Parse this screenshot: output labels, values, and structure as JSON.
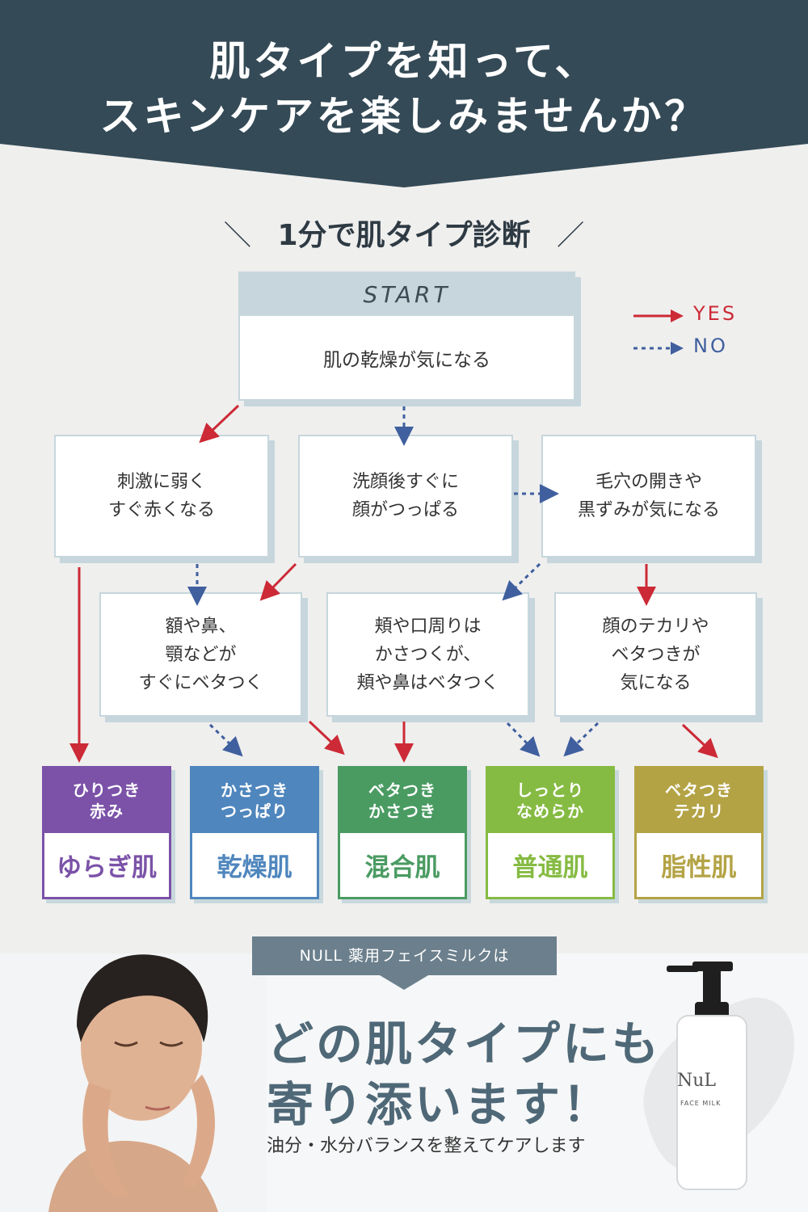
{
  "header": {
    "line1": "肌タイプを知って、",
    "line2": "スキンケアを楽しみませんか？"
  },
  "subtitle": {
    "slash_left": "＼",
    "text": "1分で肌タイプ診断",
    "slash_right": "／"
  },
  "legend": {
    "yes": "YES",
    "no": "NO"
  },
  "start": {
    "label": "START",
    "question": "肌の乾燥が気になる"
  },
  "questions": {
    "q_irritation": "刺激に弱く\nすぐ赤くなる",
    "q_tight": "洗顔後すぐに\n顔がつっぱる",
    "q_pores": "毛穴の開きや\n黒ずみが気になる",
    "q_tzone": "額や鼻、\n顎などが\nすぐにベタつく",
    "q_cheeks": "頬や口周りは\nかさつくが、\n頬や鼻はベタつく",
    "q_shine": "顔のテカリや\nベタつきが\n気になる"
  },
  "results": [
    {
      "key": "sensitive",
      "symptom": "ひりつき\n赤み",
      "type": "ゆらぎ肌",
      "color": "#7b52a8"
    },
    {
      "key": "dry",
      "symptom": "かさつき\nつっぱり",
      "type": "乾燥肌",
      "color": "#4f86bd"
    },
    {
      "key": "combination",
      "symptom": "ベタつき\nかさつき",
      "type": "混合肌",
      "color": "#4a9b62"
    },
    {
      "key": "normal",
      "symptom": "しっとり\nなめらか",
      "type": "普通肌",
      "color": "#86bb43"
    },
    {
      "key": "oily",
      "symptom": "ベタつき\nテカリ",
      "type": "脂性肌",
      "color": "#b3a345"
    }
  ],
  "colors": {
    "yes_arrow": "#cc2a36",
    "no_arrow": "#3f5f9e",
    "header_bg": "#344a56"
  },
  "bottom": {
    "banner": "NULL 薬用フェイスミルクは",
    "headline1": "どの肌タイプにも",
    "headline2": "寄り添います！",
    "tagline": "油分・水分バランスを整えてケアします"
  },
  "product": {
    "brand_mark": "NuL",
    "name": "FACE MILK"
  }
}
